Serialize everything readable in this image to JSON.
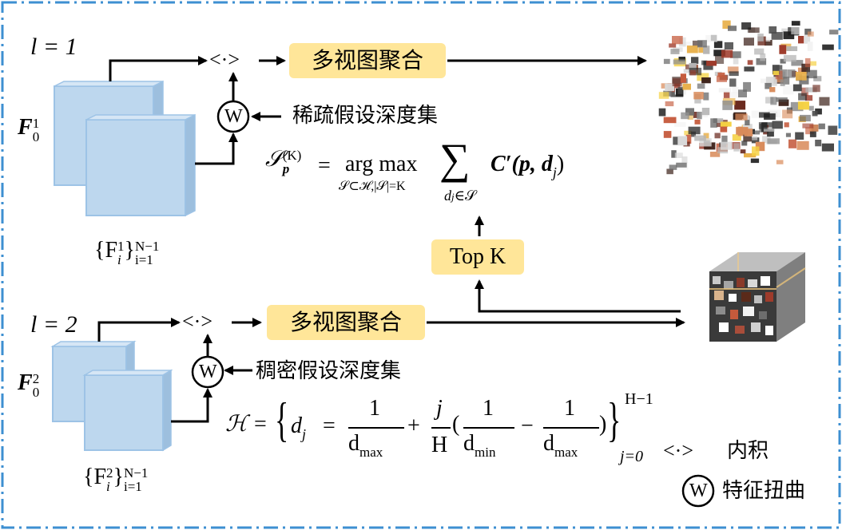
{
  "top_branch": {
    "level_label": "l = 1",
    "feature_ref": "F",
    "feature_ref_sup": "1",
    "feature_ref_sub": "0",
    "feature_src_set": "{F",
    "feature_src_sup": "1",
    "feature_src_sub": "i",
    "feature_src_close": "}",
    "feature_src_range_sup": "N−1",
    "feature_src_range_sub": "i=1",
    "inner_product_symbol": "<·>",
    "warp_symbol": "W",
    "aggregation_label": "多视图聚合",
    "hypothesis_label": "稀疏假设深度集",
    "formula": {
      "lhs": "𝒮",
      "lhs_sub": "p",
      "lhs_sup": "(K)",
      "eq": "=",
      "op": "arg max",
      "op_sub": "𝒮⊂ℋ,|𝒮|=K",
      "sum": "∑",
      "sum_sub": "d",
      "sum_sub_j": "j",
      "sum_sub_rest": "∈𝒮",
      "term": "C′(p, d",
      "term_sub": "j",
      "term_close": ")"
    }
  },
  "bottom_branch": {
    "level_label": "l = 2",
    "feature_ref": "F",
    "feature_ref_sup": "2",
    "feature_ref_sub": "0",
    "feature_src_set": "{F",
    "feature_src_sup": "2",
    "feature_src_sub": "i",
    "feature_src_close": "}",
    "feature_src_range_sup": "N−1",
    "feature_src_range_sub": "i=1",
    "inner_product_symbol": "<·>",
    "warp_symbol": "W",
    "aggregation_label": "多视图聚合",
    "hypothesis_label": "稠密假设深度集",
    "formula": {
      "lhs": "ℋ",
      "eq": "=",
      "d": "d",
      "d_sub": "j",
      "eq2": "=",
      "num1": "1",
      "den1": "d",
      "den1_sub": "max",
      "plus": "+",
      "num2": "j",
      "den2": "H",
      "num3": "1",
      "den3": "d",
      "den3_sub": "min",
      "minus": "−",
      "num4": "1",
      "den4": "d",
      "den4_sub": "max",
      "range_sup": "H−1",
      "range_sub": "j=0"
    }
  },
  "topk_label": "Top K",
  "legend": {
    "inner_product_symbol": "<·>",
    "inner_product_label": "内积",
    "warp_symbol": "W",
    "warp_label": "特征扭曲"
  },
  "colors": {
    "frame_border": "#3d8fd1",
    "feature_face": "#bdd7ee",
    "feature_edge": "#9dc3e6",
    "aggregation_box": "#ffe699",
    "arrow": "#000000"
  },
  "icons": [
    "sparse-volume-icon",
    "dense-volume-icon"
  ]
}
